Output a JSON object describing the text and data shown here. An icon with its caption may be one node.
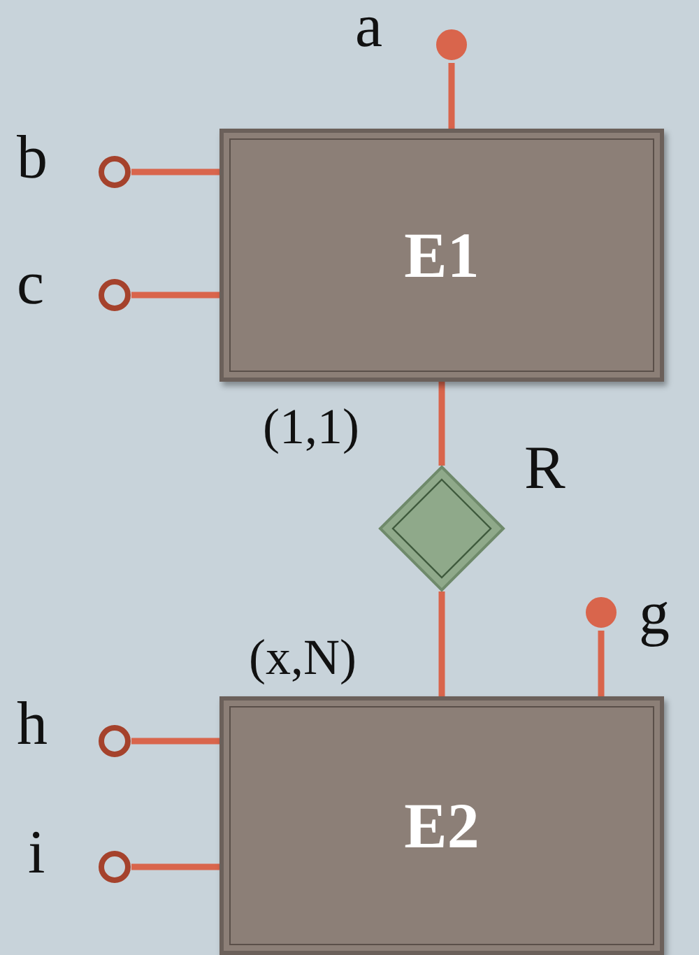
{
  "diagram": {
    "nodes": [
      {
        "text": [
          "E1"
        ]
      },
      {
        "text": [
          "R"
        ]
      },
      {
        "text": [
          "E2"
        ]
      },
      {
        "text": [],
        "shape": "dot",
        "beside": [
          "a"
        ]
      },
      {
        "text": [],
        "shape": "circle",
        "beside": [
          "b"
        ]
      },
      {
        "text": [],
        "shape": "circle",
        "beside": [
          "c"
        ]
      },
      {
        "text": [],
        "shape": "dot",
        "beside": [
          "g"
        ]
      },
      {
        "text": [],
        "shape": "circle",
        "beside": [
          "h"
        ]
      },
      {
        "text": [],
        "shape": "circle",
        "beside": [
          "i"
        ]
      }
    ],
    "edges": [
      {
        "from": 0,
        "to": 1,
        "arrow": "none",
        "label": "(1,1)"
      },
      {
        "from": 2,
        "to": 1,
        "arrow": "none",
        "label": "(x,N)"
      },
      {
        "from": 0,
        "to": 3,
        "arrow": "none"
      },
      {
        "from": 0,
        "to": 4,
        "arrow": "none"
      },
      {
        "from": 0,
        "to": 5,
        "arrow": "none"
      },
      {
        "from": 2,
        "to": 6,
        "arrow": "none"
      },
      {
        "from": 2,
        "to": 7,
        "arrow": "none"
      },
      {
        "from": 2,
        "to": 8,
        "arrow": "none"
      }
    ]
  }
}
